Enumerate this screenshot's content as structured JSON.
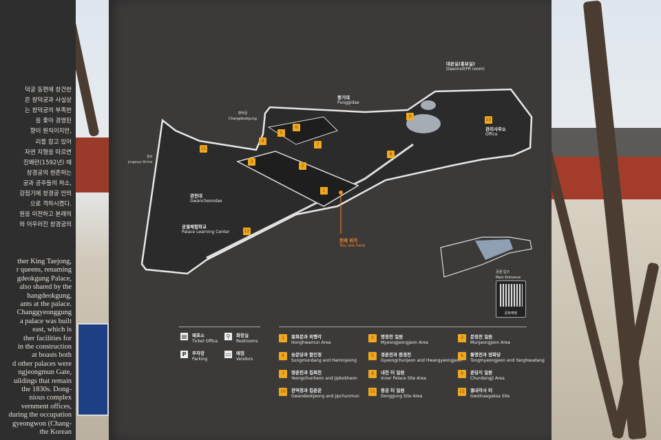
{
  "left_panel": {
    "korean_lines": [
      "덕궁 동편에 창건한",
      "은 창덕궁과 사실상",
      "는 창덕궁의 부족한",
      "을 좇아 경영된",
      "향이 원칙이지만,",
      "리를 잡고 있어",
      "자연 지형을 따르면",
      "진왜란(1592년) 때",
      "창경궁의 현존하는",
      "궁과 공주들의 처소,",
      "강점기에 창경궁 안의",
      "으로 격하시켰다.",
      "원을 이전하고 본래의",
      "와 어우러진 창경궁의"
    ],
    "english_lines": [
      "ther King Taejong,",
      "r queens, renaming",
      "gdeokgung Palace,",
      "also shared by the",
      "hangdeokgung,",
      "ants at the palace.",
      "Changgyeonggung",
      "a palace was built",
      "east, which is",
      "ther facilities for",
      "in the construction",
      "at boasts both",
      "d other palaces were",
      "ngjeongmun Gate,",
      "uildings that remain",
      "the 1830s. Dong-",
      "nious complex",
      "vernment offices,",
      "during the occupation",
      "gyeongwon (Chang-",
      "the Korean"
    ]
  },
  "map": {
    "labels": {
      "daeonsil": {
        "ko": "대온실(홍보실)",
        "en": "Daeonsil(PR room)"
      },
      "punggidae": {
        "ko": "풍기대",
        "en": "Punggidae"
      },
      "changdeokgung": {
        "ko": "창덕궁",
        "en": "Changdeokgung"
      },
      "jongmyo": {
        "ko": "종묘",
        "en": "Jongmyo Shrine"
      },
      "office": {
        "ko": "관리사무소",
        "en": "Office"
      },
      "gwancheondae": {
        "ko": "관천대",
        "en": "Gwancheondae"
      },
      "learning": {
        "ko": "궁궐체험학교",
        "en": "Palace Learning Center"
      },
      "you_are_here": {
        "ko": "현재 위치",
        "en": "You are here"
      },
      "main_entrance": {
        "ko": "궁궐 입구",
        "en": "Main Entrance"
      }
    },
    "markers": [
      "1",
      "2",
      "3",
      "4",
      "5",
      "6",
      "7",
      "8",
      "9",
      "10",
      "11",
      "12"
    ],
    "accent": "#f0a81e",
    "you_are_here_color": "#f08a30"
  },
  "qr_label": "문화재청",
  "facilities": [
    {
      "icon": "ticket-icon",
      "glyph": "▤",
      "ko": "매표소",
      "en": "Ticket Office"
    },
    {
      "icon": "restroom-icon",
      "glyph": "⚲",
      "ko": "화장실",
      "en": "Restrooms"
    },
    {
      "icon": "parking-icon",
      "glyph": "P",
      "ko": "주차장",
      "en": "Parking"
    },
    {
      "icon": "vendor-icon",
      "glyph": "▭",
      "ko": "매점",
      "en": "Vendors"
    }
  ],
  "areas": [
    {
      "n": "1",
      "ko": "홍화문과 외행각",
      "en": "Honghwamun Area"
    },
    {
      "n": "2",
      "ko": "명정전 일원",
      "en": "Myeongjeongjeon Area"
    },
    {
      "n": "3",
      "ko": "문정전 일원",
      "en": "Munjeongjeon Area"
    },
    {
      "n": "4",
      "ko": "숭문당과 함인정",
      "en": "Sungmundang and Haminjeong"
    },
    {
      "n": "5",
      "ko": "경춘전과 환경전",
      "en": "Gyeongchunjeon and Hwangyeongjeon"
    },
    {
      "n": "6",
      "ko": "통명전과 양화당",
      "en": "Tongmyeongjeon and Yanghwadang"
    },
    {
      "n": "7",
      "ko": "영춘헌과 집복헌",
      "en": "Yeongchunheon and Jipbokheon"
    },
    {
      "n": "8",
      "ko": "내전 터 일원",
      "en": "Inner Palace Site Area"
    },
    {
      "n": "9",
      "ko": "춘당지 일원",
      "en": "Chundangji Area"
    },
    {
      "n": "10",
      "ko": "관덕정과 집춘문",
      "en": "Gwandeokjeong and Jipchunmun"
    },
    {
      "n": "11",
      "ko": "동궁 터 일원",
      "en": "Donggung Site Area"
    },
    {
      "n": "12",
      "ko": "궐내각사 터",
      "en": "Gwolnaegaksa Site"
    }
  ]
}
